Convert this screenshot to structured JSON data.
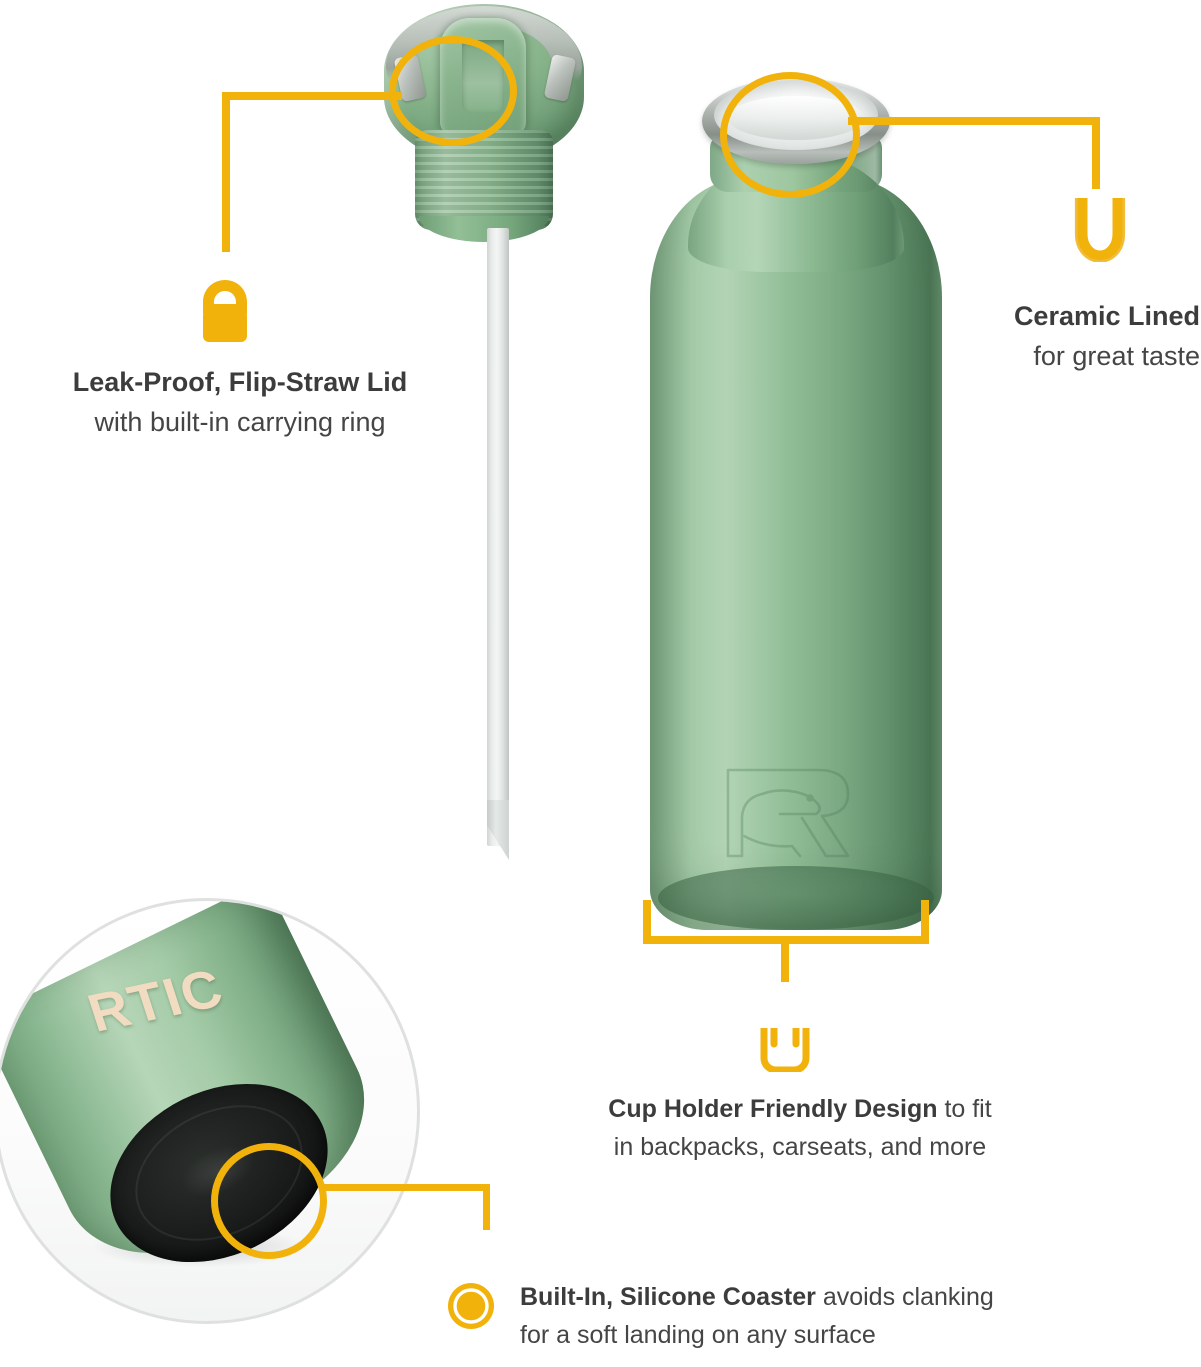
{
  "theme": {
    "accent": "#F2B20C",
    "accent_light": "#F7C843",
    "text_dark": "#3c3c3c",
    "bottle_green": "#8CB791",
    "bottle_green_dark": "#4F7B59",
    "steel": "#A8AEAA",
    "straw_gray": "#E4E8E6",
    "coaster_black": "#1D201E",
    "logo_cream": "#F2DCC1",
    "inset_border": "#DFE1E0",
    "background": "#FFFFFF"
  },
  "product": {
    "brand": "RTIC",
    "lid_label": "flip-straw-lid",
    "straw_label": "removable-straw",
    "bottle_label": "insulated-water-bottle",
    "inset_label": "bottle-bottom-closeup"
  },
  "callouts": [
    {
      "id": "leak-proof-lid",
      "icon": "lock-icon",
      "line1": "Leak-Proof, Flip-Straw Lid",
      "line2": "with built-in carrying ring"
    },
    {
      "id": "ceramic-lined",
      "icon": "u-cup-outline-icon",
      "line1": "Ceramic Lined",
      "line2": "for great taste"
    },
    {
      "id": "cup-holder-friendly",
      "icon": "cup-holder-icon",
      "line1": "Cup Holder Friendly Design",
      "line1_tail": " to fit",
      "line2": "in backpacks, carseats, and more"
    },
    {
      "id": "silicone-coaster",
      "icon": "coaster-ring-icon",
      "line1": "Built-In, Silicone Coaster",
      "line1_tail": " avoids clanking",
      "line2": "for a soft landing on any surface"
    }
  ]
}
